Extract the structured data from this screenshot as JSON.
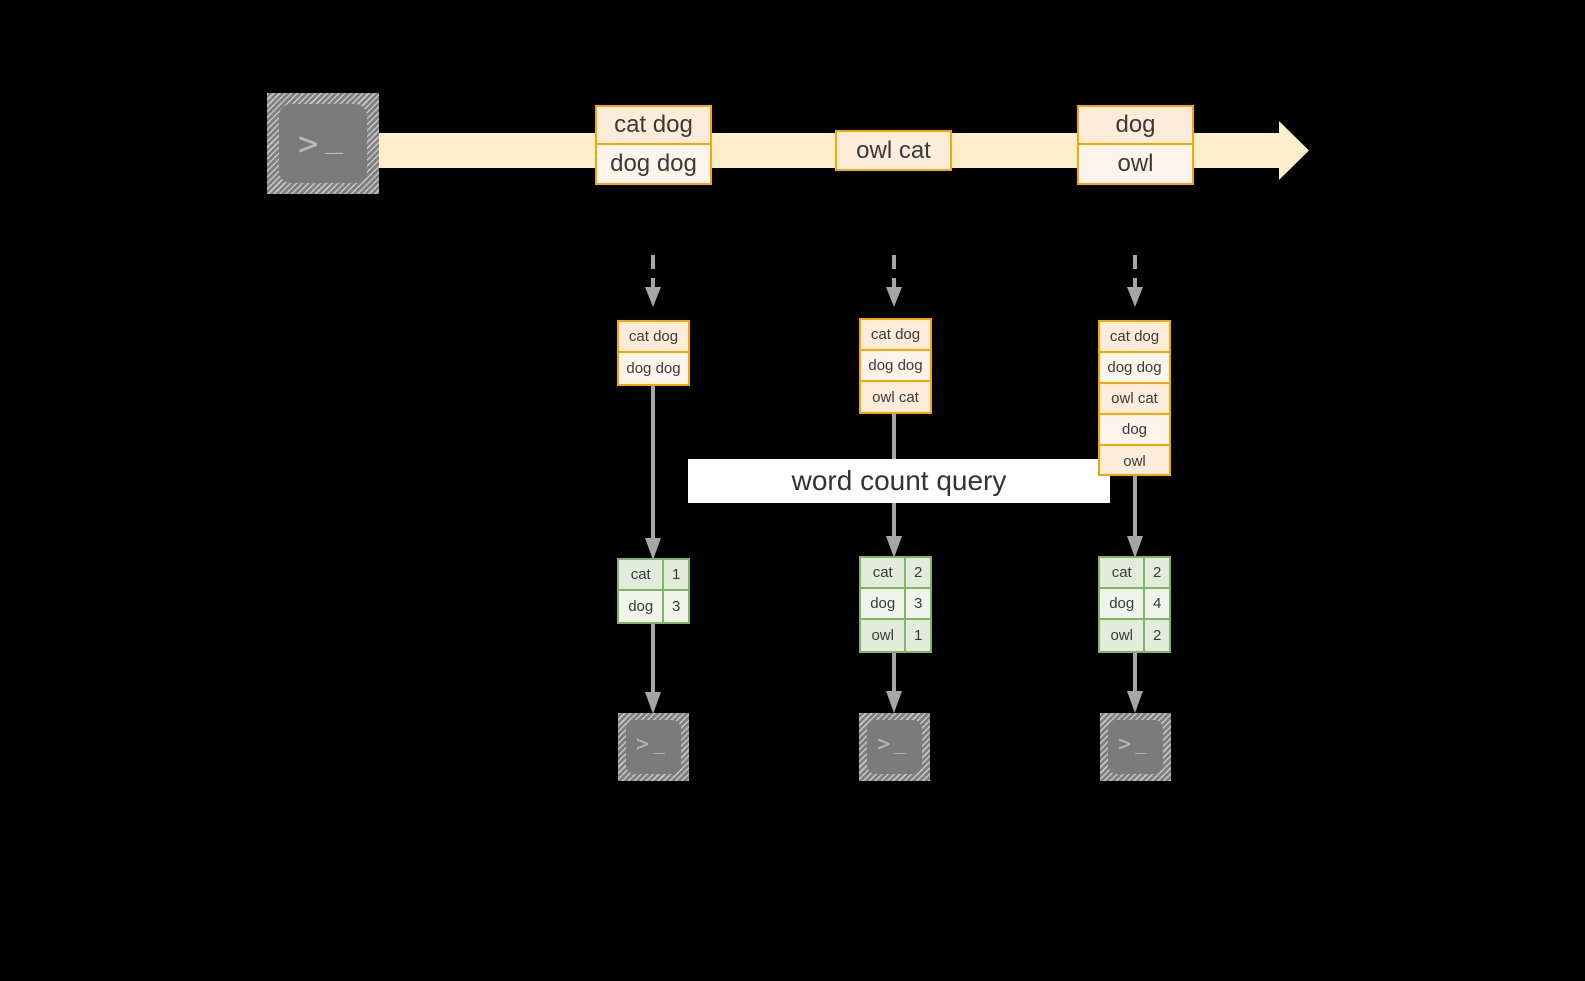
{
  "diagram": {
    "title": "word count query stream diagram",
    "colors": {
      "background": "#000000",
      "stream_band": "#fdeecb",
      "record_border": "#f5a800",
      "record_fill_dark": "#fdecd9",
      "record_fill_light": "#fdf5ec",
      "result_border": "#82b366",
      "result_fill_dark": "#e2ecda",
      "result_fill_light": "#f0f5ec",
      "connector": "#a6a6a6",
      "terminal_fill": "#7b7b7b",
      "banner_fill": "#ffffff",
      "text": "#3a3a3a"
    }
  },
  "source": {
    "icon": "terminal-icon",
    "glyph_prompt": ">",
    "glyph_cursor": "_"
  },
  "stream": {
    "arrow_icon": "right-arrow-icon",
    "records": [
      {
        "id": "t1",
        "lines": [
          "cat dog",
          "dog dog"
        ]
      },
      {
        "id": "t2",
        "lines": [
          "owl cat"
        ]
      },
      {
        "id": "t3",
        "lines": [
          "dog",
          "owl"
        ]
      }
    ]
  },
  "query": {
    "label": "word count query"
  },
  "columns": [
    {
      "id": "col1",
      "input_icon": "dashed-down-arrow-icon",
      "input_records": [
        "cat dog",
        "dog dog"
      ],
      "arrow_mid_icon": "down-arrow-icon",
      "result": {
        "rows": [
          {
            "word": "cat",
            "count": "1"
          },
          {
            "word": "dog",
            "count": "3"
          }
        ]
      },
      "arrow_out_icon": "down-arrow-icon",
      "sink_icon": "terminal-icon"
    },
    {
      "id": "col2",
      "input_icon": "dashed-down-arrow-icon",
      "input_records": [
        "cat dog",
        "dog dog",
        "owl cat"
      ],
      "arrow_mid_icon": "down-arrow-icon",
      "result": {
        "rows": [
          {
            "word": "cat",
            "count": "2"
          },
          {
            "word": "dog",
            "count": "3"
          },
          {
            "word": "owl",
            "count": "1"
          }
        ]
      },
      "arrow_out_icon": "down-arrow-icon",
      "sink_icon": "terminal-icon"
    },
    {
      "id": "col3",
      "input_icon": "dashed-down-arrow-icon",
      "input_records": [
        "cat dog",
        "dog dog",
        "owl cat",
        "dog",
        "owl"
      ],
      "arrow_mid_icon": "down-arrow-icon",
      "result": {
        "rows": [
          {
            "word": "cat",
            "count": "2"
          },
          {
            "word": "dog",
            "count": "4"
          },
          {
            "word": "owl",
            "count": "2"
          }
        ]
      },
      "arrow_out_icon": "down-arrow-icon",
      "sink_icon": "terminal-icon"
    }
  ],
  "sinks": {
    "glyph_prompt": ">",
    "glyph_cursor": "_"
  }
}
